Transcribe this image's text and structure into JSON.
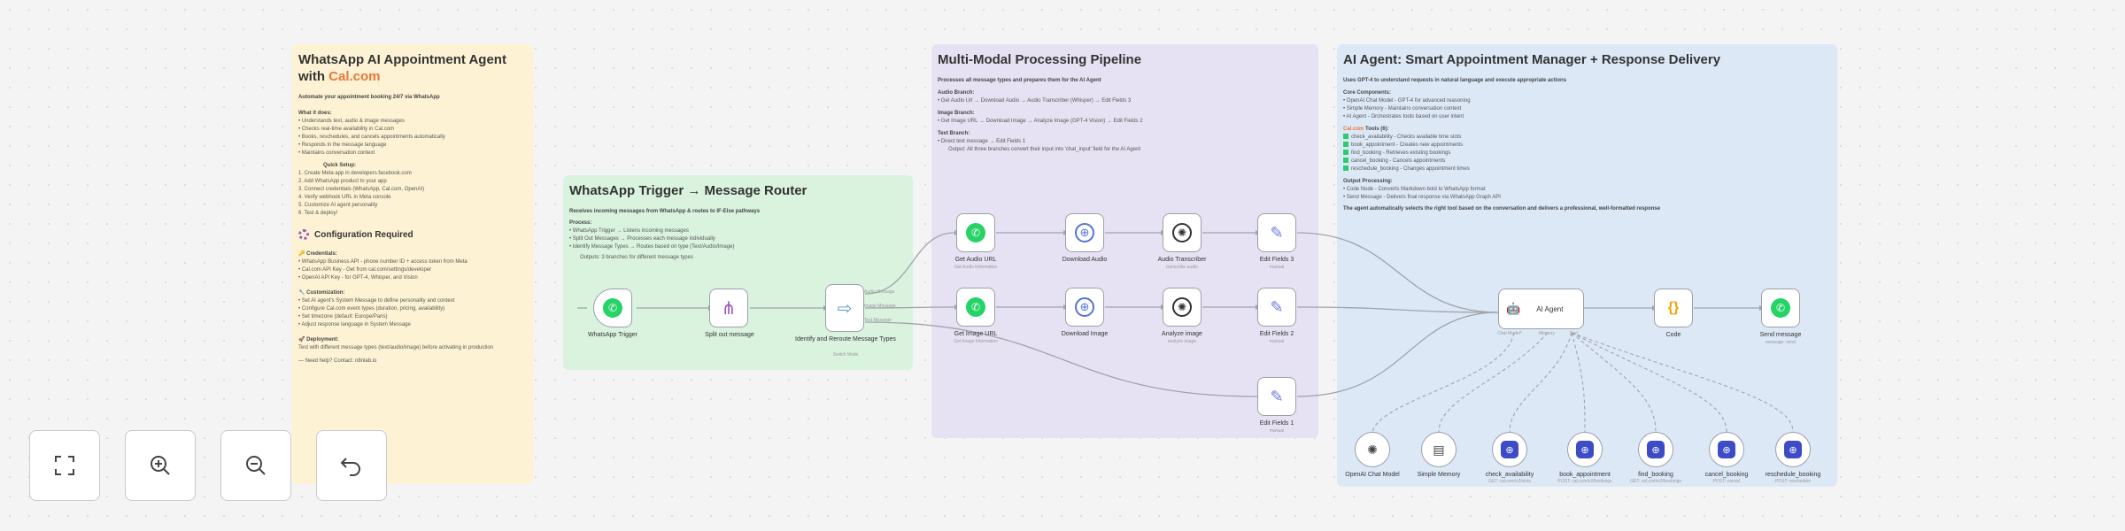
{
  "sticky_setup": {
    "title_line1": "WhatsApp AI Appointment Agent",
    "title_line2_prefix": "with ",
    "title_line2_link": "Cal.com",
    "subtitle": "Automate your appointment booking 24/7 via WhatsApp",
    "what_it_does": "What it does:",
    "does_items": [
      "Understands text, audio & image messages",
      "Checks real-time availability in Cal.com",
      "Books, reschedules, and cancels appointments automatically",
      "Responds in the message language",
      "Maintains conversation context"
    ],
    "quick_setup": "Quick Setup:",
    "setup_items": [
      "1. Create Meta app in developers.facebook.com",
      "2. Add WhatsApp product to your app",
      "3. Connect credentials (WhatsApp, Cal.com, OpenAI)",
      "4. Verify webhook URL in Meta console",
      "5. Customize AI agent personality",
      "6. Test & deploy!"
    ],
    "config_title": "Configuration Required",
    "credentials_title": "Credentials:",
    "cred_items": [
      "WhatsApp Business API - phone number ID + access token from Meta",
      "Cal.com API Key - Get from cal.com/settings/developer",
      "OpenAI API Key - for GPT-4, Whisper, and Vision"
    ],
    "custom_title": "Customization:",
    "custom_items": [
      "Set AI agent's System Message to define personality and context",
      "Configure Cal.com event types (duration, pricing, availability)",
      "Set timezone (default: Europe/Paris)",
      "Adjust response language in System Message"
    ],
    "deploy_title": "Deployment:",
    "deploy_text": "Test with different message types (text/audio/image) before activating in production",
    "footer": "— Need help? Contact: n8nlab.io"
  },
  "sticky_trigger": {
    "title": "WhatsApp Trigger → Message Router",
    "desc": "Receives incoming messages from WhatsApp & routes to IF-Else pathways",
    "process": "Process:",
    "items": [
      "WhatsApp Trigger → Listens incoming messages",
      "Split Out Messages → Processes each message individually",
      "Identify Message Types → Routes based on type (Text/Audio/Image)"
    ],
    "output": "Outputs: 3 branches for different message types"
  },
  "sticky_pipeline": {
    "title": "Multi-Modal Processing Pipeline",
    "desc": "Processes all message types and prepares them for the AI Agent",
    "audio_title": "Audio Branch:",
    "audio_text": "Get Audio Url → Download Audio → Audio Transcriber (Whisper) → Edit Fields 3",
    "image_title": "Image Branch:",
    "image_text": "Get Image URL → Download Image → Analyze Image (GPT-4 Vision) → Edit Fields 2",
    "text_title": "Text Branch:",
    "text_text": "Direct text message → Edit Fields 1",
    "output_text": "Output: All three branches convert their input into 'chat_input' field for the AI Agent"
  },
  "sticky_agent": {
    "title": "AI Agent: Smart Appointment Manager + Response Delivery",
    "desc": "Uses GPT-4 to understand requests in natural language and execute appropriate actions",
    "core_title": "Core Components:",
    "core_items": [
      "OpenAI Chat Model - GPT-4 for advanced reasoning",
      "Simple Memory - Maintains conversation context",
      "AI Agent - Orchestrates tools based on user intent"
    ],
    "tools_prefix": "Cal.com",
    "tools_suffix": " Tools (6):",
    "tool_items": [
      "check_availability - Checks available time slots",
      "book_appointment - Creates new appointments",
      "find_booking - Retrieves existing bookings",
      "cancel_booking - Cancels appointments",
      "reschedule_booking - Changes appointment times"
    ],
    "output_title": "Output Processing:",
    "output_items": [
      "Code Node - Converts Markdown bold to WhatsApp format",
      "Send Message - Delivers final response via WhatsApp Graph API"
    ],
    "summary": "The agent automatically selects the right tool based on the conversation and delivers a professional, well-formatted response"
  },
  "nodes": {
    "whatsapp_trigger": "WhatsApp Trigger",
    "split_out": "Split out message",
    "identify": "Identify and Reroute Message Types",
    "identify_sub": "Switch Mode",
    "get_audio": "Get Audio URL",
    "get_audio_sub": "Get Audio Information",
    "download_audio": "Download Audio",
    "audio_transcriber": "Audio Transcriber",
    "audio_transcriber_sub": "transcribe audio",
    "edit_fields3": "Edit Fields 3",
    "edit_fields3_sub": "manual",
    "get_image": "Get Image URL",
    "get_image_sub": "Get Image Information",
    "download_image": "Download Image",
    "analyze_image": "Analyze image",
    "analyze_image_sub": "analyze image",
    "edit_fields2": "Edit Fields 2",
    "edit_fields2_sub": "manual",
    "edit_fields1": "Edit Fields 1",
    "edit_fields1_sub": "manual",
    "ai_agent": "AI Agent",
    "ai_port_model": "Chat Model*",
    "ai_port_memory": "Memory",
    "ai_port_tool": "Tool",
    "code": "Code",
    "send_message": "Send message",
    "send_message_sub": "message: send",
    "openai_model": "OpenAI Chat Model",
    "simple_memory": "Simple Memory",
    "check_availability": "check_availability",
    "check_availability_sub": "GET: cal.com/v2/slots",
    "book_appointment": "book_appointment",
    "book_appointment_sub": "POST: cal.com/v2/bookings",
    "find_booking": "find_booking",
    "find_booking_sub": "GET: cal.com/v2/bookings",
    "cancel_booking": "cancel_booking",
    "cancel_booking_sub": "POST: cancel",
    "reschedule_booking": "reschedule_booking",
    "reschedule_booking_sub": "POST: reschedule",
    "branch_audio": "Audio Message",
    "branch_image": "Image Message",
    "branch_text": "Text Message"
  },
  "colors": {
    "yellow_note": "#fdf3d4",
    "green_note": "#d9f3df",
    "purple_note": "#e7e2f3",
    "blue_note": "#dde8f7",
    "accent_orange": "#e8763a",
    "whatsapp_green": "#25d366",
    "calcom_blue": "#3d4bc7"
  },
  "controls": {
    "fit_view": "fit-view-icon",
    "zoom_in": "zoom-in-icon",
    "zoom_out": "zoom-out-icon",
    "undo": "undo-icon"
  }
}
